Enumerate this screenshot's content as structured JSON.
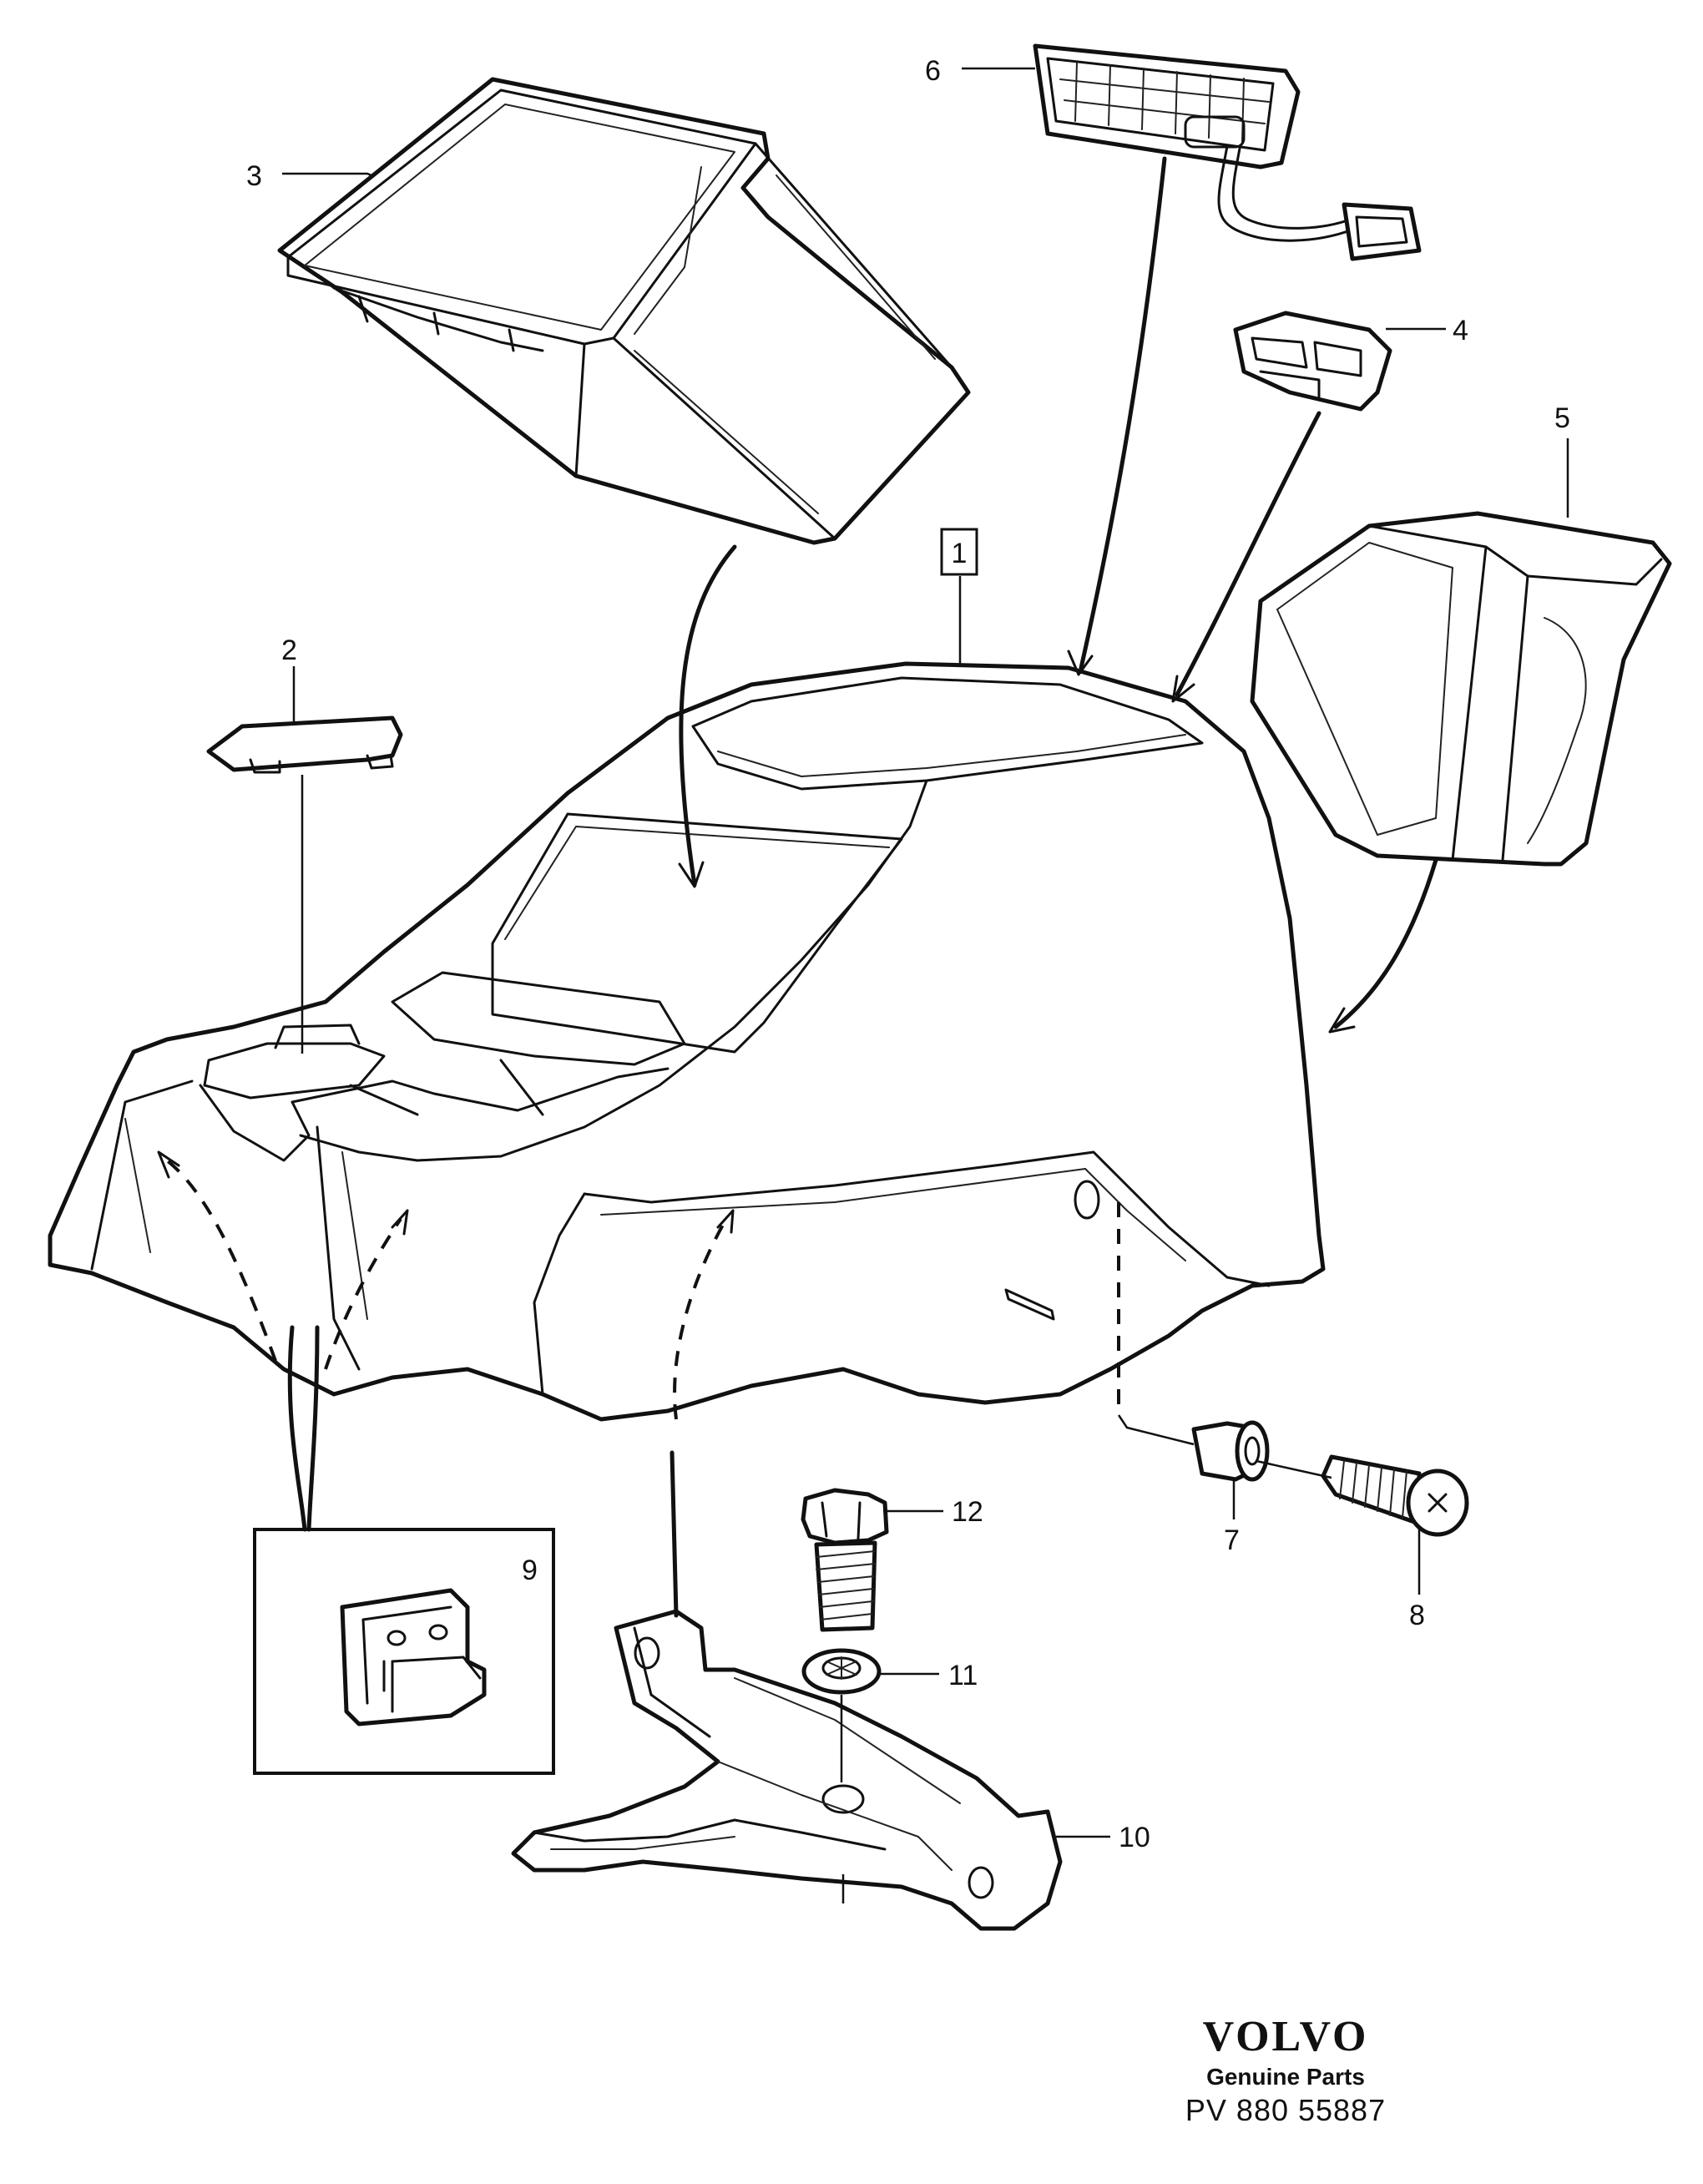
{
  "callouts": [
    {
      "id": "c1",
      "label": "1",
      "boxed": true
    },
    {
      "id": "c2",
      "label": "2"
    },
    {
      "id": "c3",
      "label": "3"
    },
    {
      "id": "c4",
      "label": "4"
    },
    {
      "id": "c5",
      "label": "5"
    },
    {
      "id": "c6",
      "label": "6"
    },
    {
      "id": "c7",
      "label": "7"
    },
    {
      "id": "c8",
      "label": "8"
    },
    {
      "id": "c9",
      "label": "9"
    },
    {
      "id": "c10",
      "label": "10"
    },
    {
      "id": "c11",
      "label": "11"
    },
    {
      "id": "c12",
      "label": "12"
    }
  ],
  "brand": {
    "logo_text": "VOLVO",
    "subtitle": "Genuine Parts",
    "part_code": "PV 880 55887"
  }
}
